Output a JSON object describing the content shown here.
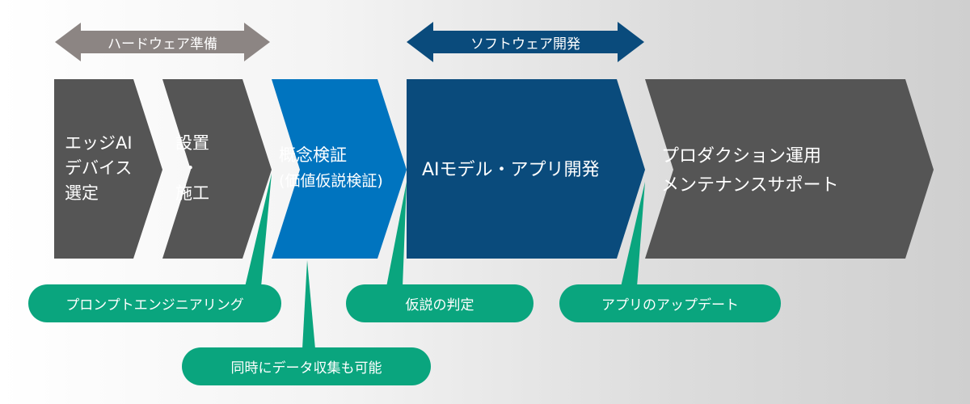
{
  "top_arrows": [
    {
      "label": "ハードウェア準備",
      "color": "#8c8583"
    },
    {
      "label": "ソフトウェア開発",
      "color": "#0a4b7c"
    }
  ],
  "stages": [
    {
      "lines": [
        "エッジAI",
        "デバイス",
        "選定"
      ],
      "color": "#555555"
    },
    {
      "lines": [
        "設置",
        "・",
        "施工"
      ],
      "color": "#555555"
    },
    {
      "lines": [
        "概念検証",
        "(価値仮説検証)"
      ],
      "color": "#0074bf"
    },
    {
      "lines": [
        "AIモデル・アプリ開発"
      ],
      "color": "#0a4b7c"
    },
    {
      "lines": [
        "プロダクション運用",
        "メンテナンスサポート"
      ],
      "color": "#555555"
    }
  ],
  "callouts": [
    {
      "label": "プロンプトエンジニアリング"
    },
    {
      "label": "仮説の判定"
    },
    {
      "label": "アプリのアップデート"
    },
    {
      "label": "同時にデータ収集も可能"
    }
  ],
  "colors": {
    "callout": "#0aa57e"
  }
}
